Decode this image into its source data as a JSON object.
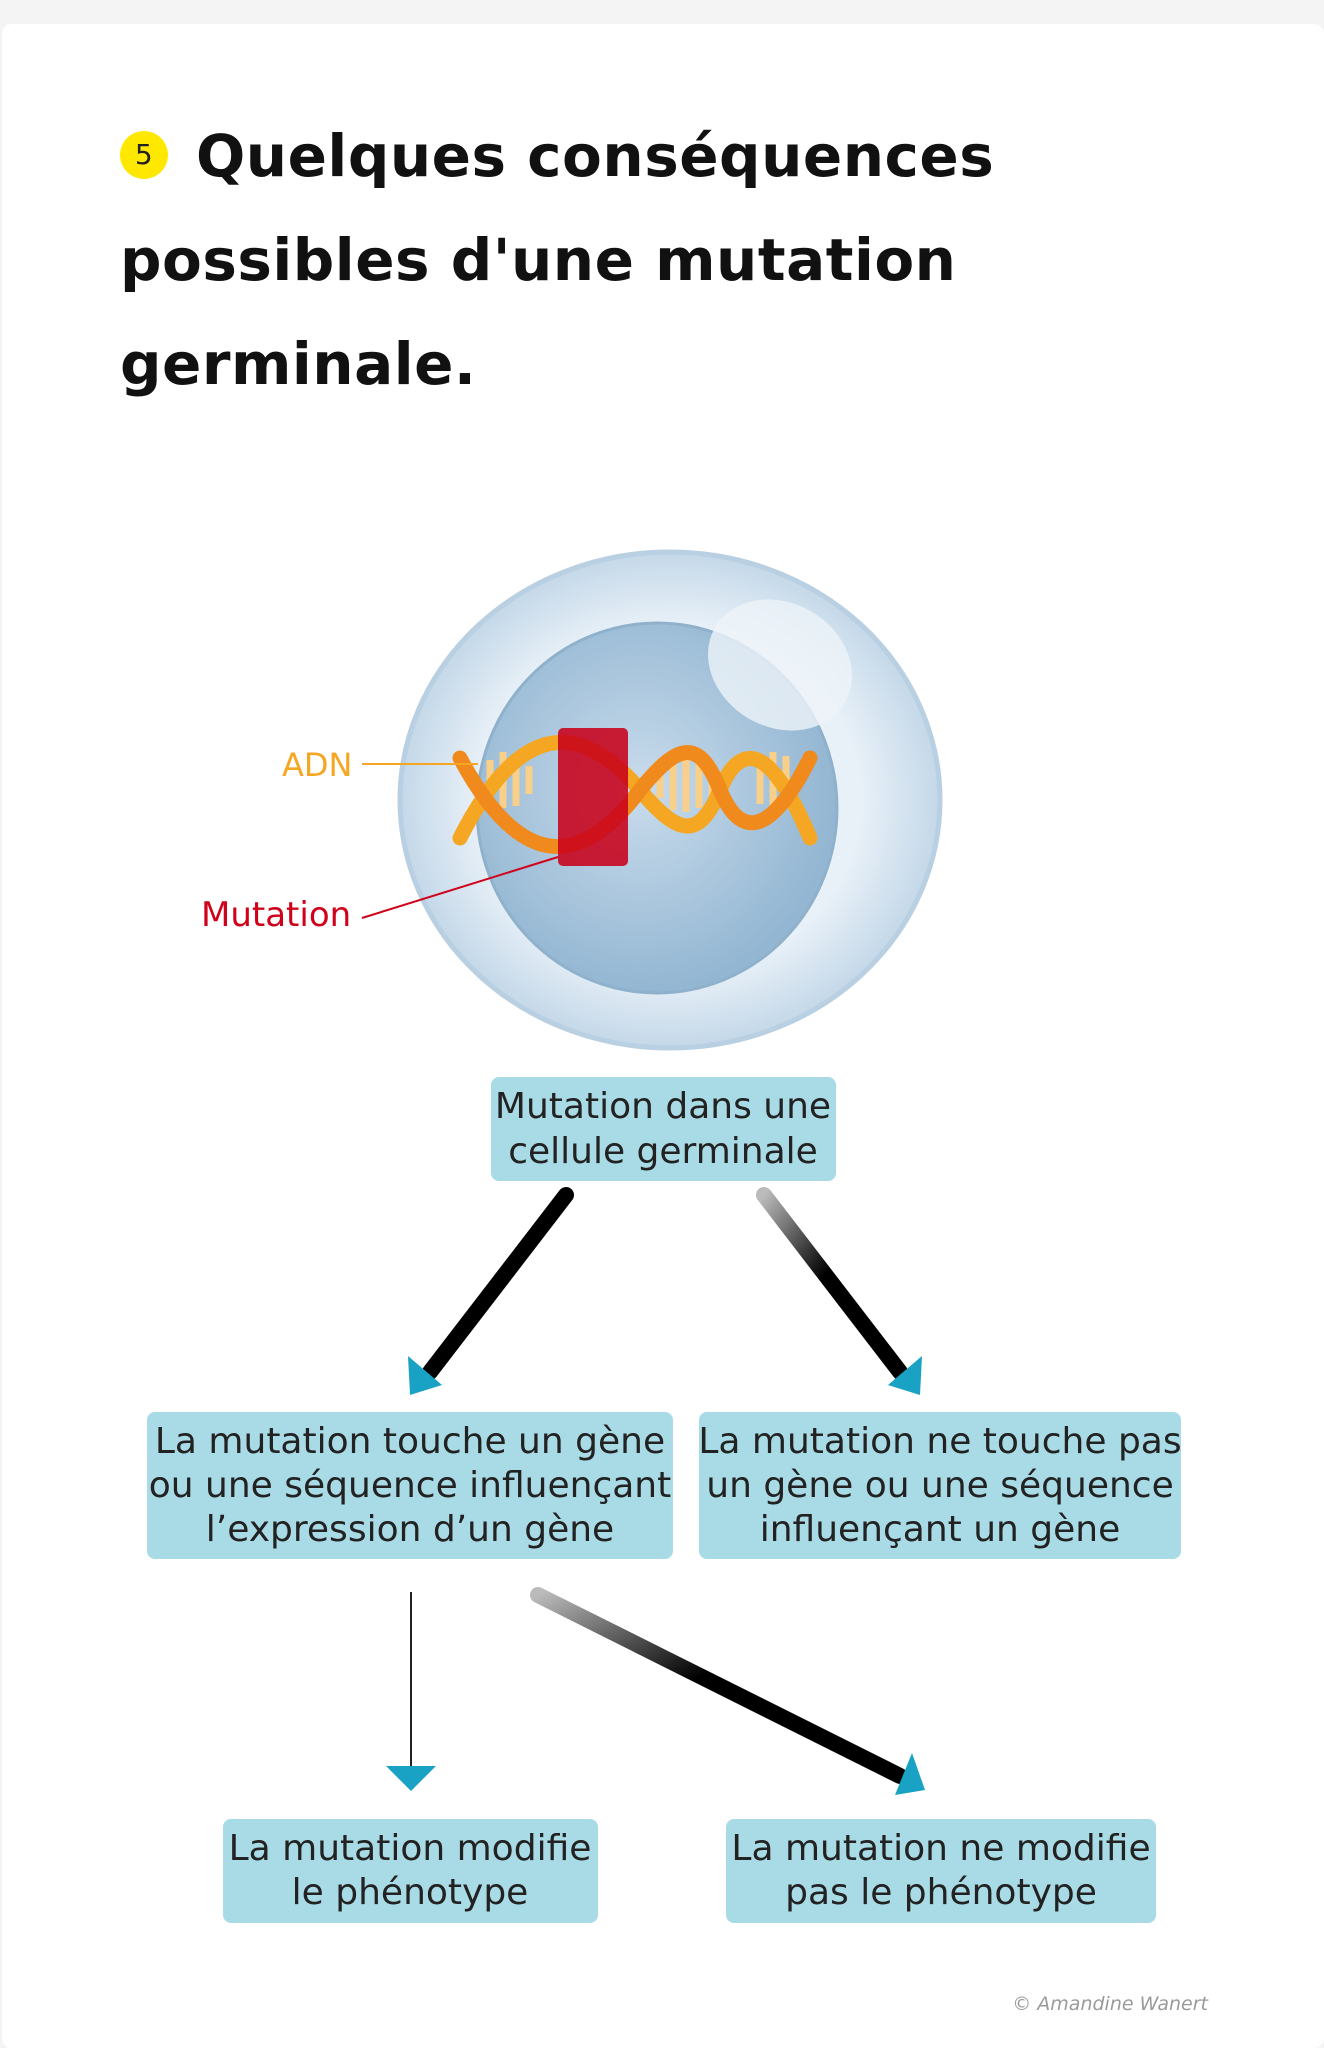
{
  "badge": "5",
  "title": "Quelques conséquences possibles d'une mutation germinale.",
  "labels": {
    "dna": "ADN",
    "mutation": "Mutation"
  },
  "boxes": {
    "germinal": [
      "Mutation dans une",
      "cellule germinale"
    ],
    "touches_gene": [
      "La mutation touche un gène",
      "ou une séquence influençant",
      "l’expression d’un gène"
    ],
    "no_gene": [
      "La mutation ne touche pas",
      "un gène ou une séquence",
      "influençant un gène"
    ],
    "modifies": [
      "La mutation modifie",
      "le phénotype"
    ],
    "not_modifies": [
      "La mutation ne modifie",
      "pas le phénotype"
    ]
  },
  "credit": "© Amandine Wanert",
  "colors": {
    "box": "#a9dbe6",
    "arrowhead": "#1aa2c4",
    "dna": "#f5a623",
    "mutation": "#c8001a",
    "badge": "#ffe800"
  }
}
